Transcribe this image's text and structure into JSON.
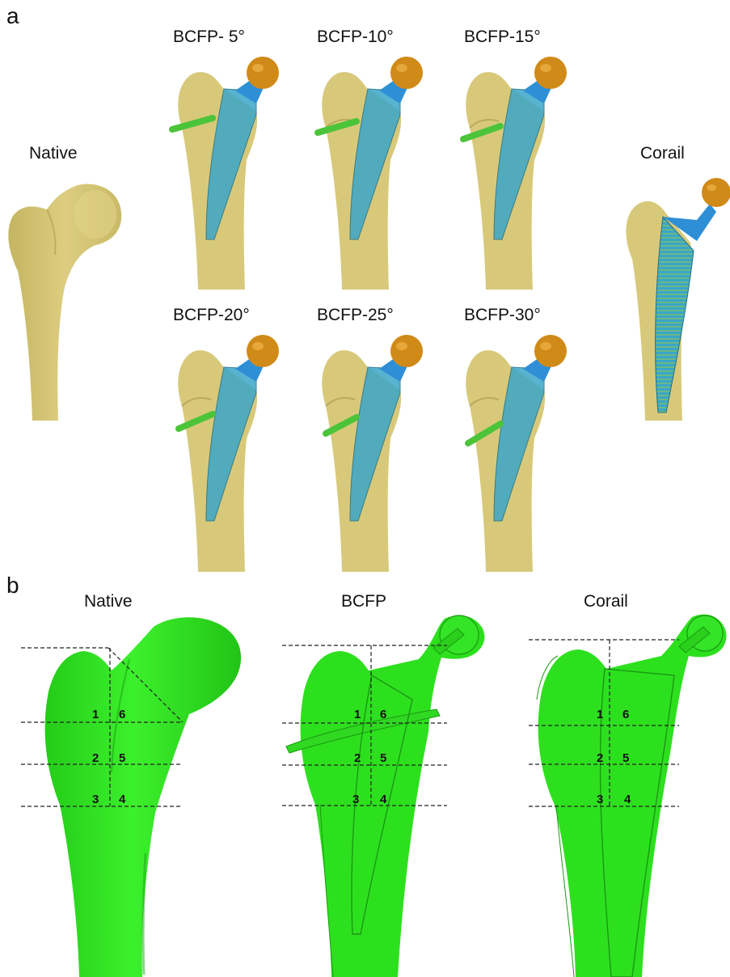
{
  "panel_a": {
    "label": "a",
    "native_label": "Native",
    "corail_label": "Corail",
    "bcfp_models": [
      {
        "label": "BCFP- 5°",
        "angle": 5
      },
      {
        "label": "BCFP-10°",
        "angle": 10
      },
      {
        "label": "BCFP-15°",
        "angle": 15
      },
      {
        "label": "BCFP-20°",
        "angle": 20
      },
      {
        "label": "BCFP-25°",
        "angle": 25
      },
      {
        "label": "BCFP-30°",
        "angle": 30
      }
    ]
  },
  "panel_b": {
    "label": "b",
    "sections": [
      {
        "title": "Native",
        "zones": [
          "1",
          "6",
          "2",
          "5",
          "3",
          "4"
        ]
      },
      {
        "title": "BCFP",
        "zones": [
          "1",
          "6",
          "2",
          "5",
          "3",
          "4"
        ]
      },
      {
        "title": "Corail",
        "zones": [
          "1",
          "6",
          "2",
          "5",
          "3",
          "4"
        ]
      }
    ]
  },
  "colors": {
    "bone": "#d8c97a",
    "bone_shadow": "#b9aa5c",
    "stem": "#3aa6c8",
    "neck": "#2f8fd6",
    "head": "#d08a18",
    "screw": "#4cc43a",
    "fe_green": "#2de01e",
    "fe_green_dark": "#1aa812"
  }
}
